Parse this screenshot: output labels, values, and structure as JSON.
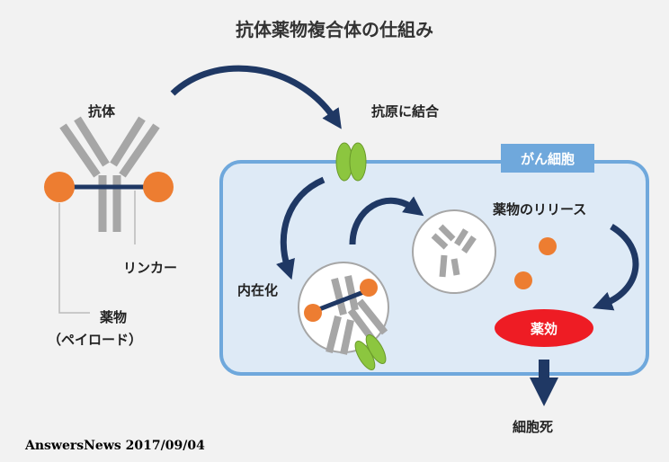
{
  "title": "抗体薬物複合体の仕組み",
  "labels": {
    "antibody": "抗体",
    "antigen_binding": "抗原に結合",
    "cancer_cell": "がん細胞",
    "linker": "リンカー",
    "drug": "薬物",
    "payload": "（ペイロード）",
    "internalization": "内在化",
    "drug_release": "薬物のリリース",
    "drug_effect": "薬効",
    "cell_death": "細胞死"
  },
  "source": "AnswersNews  2017/09/04",
  "colors": {
    "antibody_gray": "#a6a6a6",
    "linker_navy": "#1f3864",
    "drug_orange": "#ed7d31",
    "antigen_green": "#8cc63f",
    "cell_border": "#6fa8dc",
    "cell_fill": "#deeaf6",
    "effect_red": "#ee1c24",
    "arrow_navy": "#1f3864"
  }
}
